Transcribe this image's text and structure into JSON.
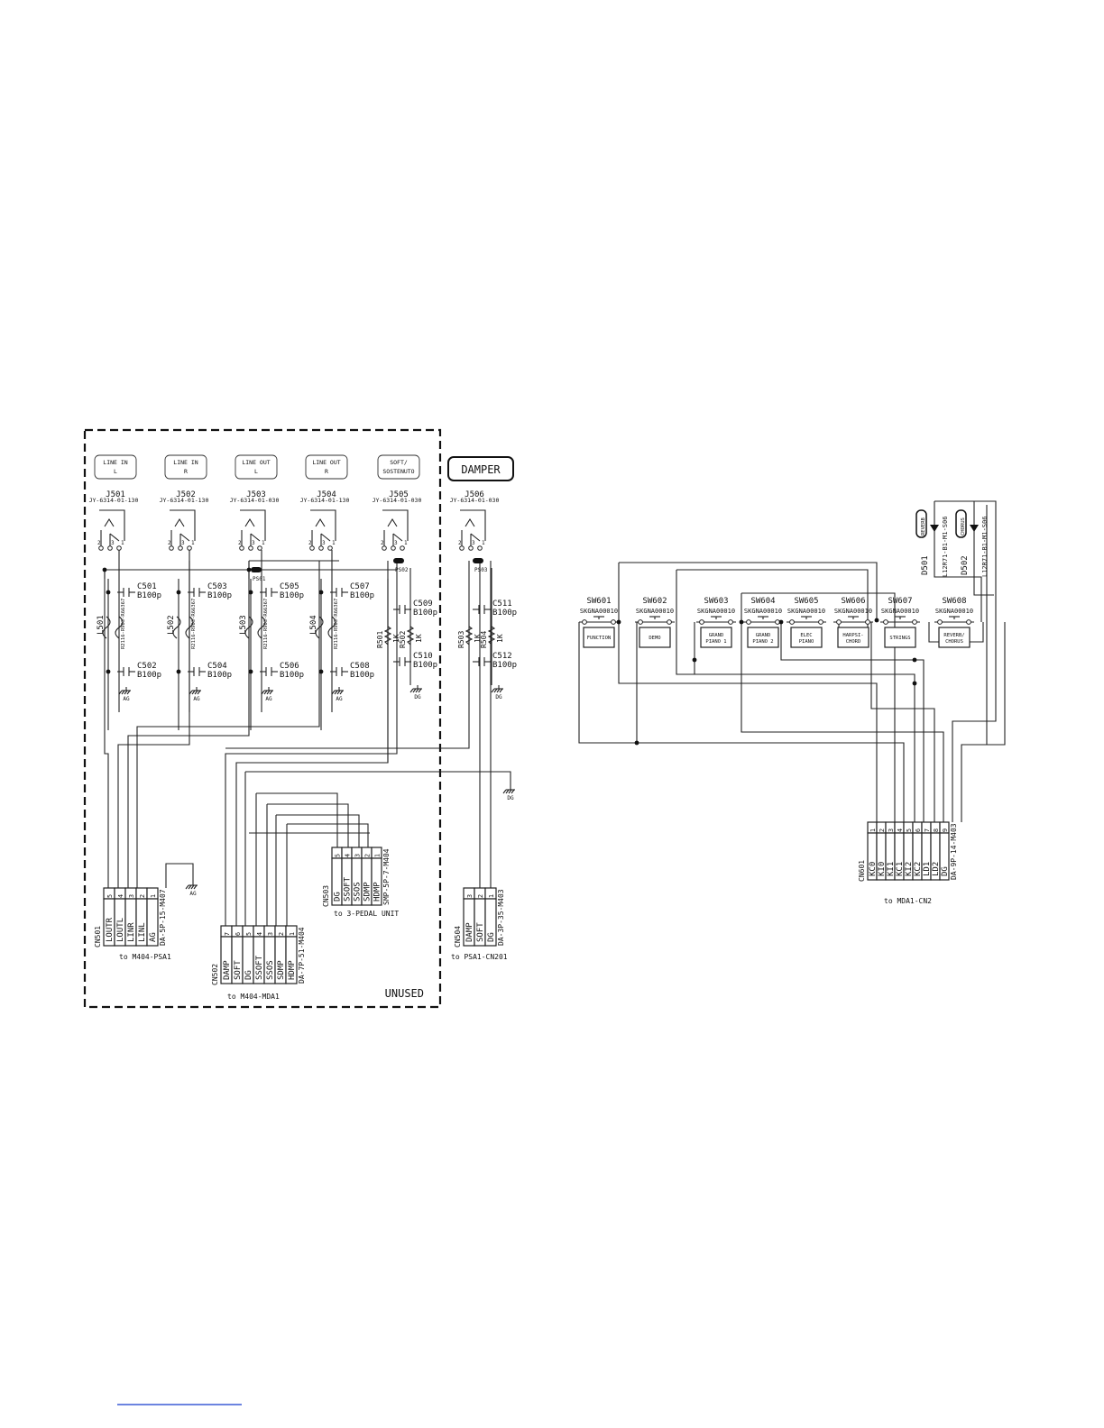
{
  "diagram": {
    "unused_box": {
      "label": "UNUSED",
      "jacks": [
        {
          "id": "J501",
          "part": "JY-6314-01-130",
          "tag": [
            "LINE IN",
            "L"
          ]
        },
        {
          "id": "J502",
          "part": "JY-6314-01-130",
          "tag": [
            "LINE IN",
            "R"
          ]
        },
        {
          "id": "J503",
          "part": "JY-6314-01-030",
          "tag": [
            "LINE OUT",
            "L"
          ]
        },
        {
          "id": "J504",
          "part": "JY-6314-01-130",
          "tag": [
            "LINE OUT",
            "R"
          ]
        },
        {
          "id": "J505",
          "part": "JY-6314-01-030",
          "tag": [
            "SOFT/",
            "SOSTENUTO"
          ]
        }
      ],
      "filters": [
        {
          "id": "L501",
          "part": "R2116-R903-R66367",
          "caps": [
            {
              "id": "C501",
              "value": "B100p"
            },
            {
              "id": "C502",
              "value": "B100p"
            }
          ]
        },
        {
          "id": "L502",
          "part": "R2116-R903-R66367",
          "caps": [
            {
              "id": "C503",
              "value": "B100p"
            },
            {
              "id": "C504",
              "value": "B100p"
            }
          ]
        },
        {
          "id": "L503",
          "part": "R2116-R903-R66367",
          "caps": [
            {
              "id": "C505",
              "value": "B100p"
            },
            {
              "id": "C506",
              "value": "B100p"
            }
          ]
        },
        {
          "id": "L504",
          "part": "R2116-R903-R66367",
          "caps": [
            {
              "id": "C507",
              "value": "B100p"
            },
            {
              "id": "C508",
              "value": "B100p"
            }
          ]
        }
      ],
      "j505_parts": {
        "bead": "PS02",
        "caps": [
          {
            "id": "C509",
            "value": "B100p"
          },
          {
            "id": "C510",
            "value": "B100p"
          }
        ],
        "resistors": [
          {
            "id": "R501",
            "value": "1K"
          },
          {
            "id": "R502",
            "value": "1K"
          }
        ]
      },
      "bead_j503": "PS01",
      "grounds": {
        "analog": "AG",
        "digital": "DG"
      },
      "connectors": [
        {
          "id": "CN501",
          "part": "DA-5P-15-M407",
          "dest": "to M404-PSA1",
          "pins": [
            {
              "n": "5",
              "name": "LOUTR"
            },
            {
              "n": "4",
              "name": "LOUTL"
            },
            {
              "n": "3",
              "name": "LINR"
            },
            {
              "n": "2",
              "name": "LINL"
            },
            {
              "n": "1",
              "name": "AG"
            }
          ]
        },
        {
          "id": "CN502",
          "part": "DA-7P-51-M404",
          "dest": "to M404-MDA1",
          "pins": [
            {
              "n": "7",
              "name": "DAMP"
            },
            {
              "n": "6",
              "name": "SOFT"
            },
            {
              "n": "5",
              "name": "DG"
            },
            {
              "n": "4",
              "name": "SSOFT"
            },
            {
              "n": "3",
              "name": "SSOS"
            },
            {
              "n": "2",
              "name": "SDMP"
            },
            {
              "n": "1",
              "name": "HDMP"
            }
          ]
        },
        {
          "id": "CN503",
          "part": "SMP-5P-7-M404",
          "dest": "to 3-PEDAL UNIT",
          "pins": [
            {
              "n": "5",
              "name": "DG"
            },
            {
              "n": "4",
              "name": "SSOFT"
            },
            {
              "n": "3",
              "name": "SSOS"
            },
            {
              "n": "2",
              "name": "SDMP"
            },
            {
              "n": "1",
              "name": "HDMP"
            }
          ]
        }
      ]
    },
    "damper": {
      "tag": "DAMPER",
      "jack": {
        "id": "J506",
        "part": "JY-6314-01-030"
      },
      "bead": "PS03",
      "caps": [
        {
          "id": "C511",
          "value": "B100p"
        },
        {
          "id": "C512",
          "value": "B100p"
        }
      ],
      "resistors": [
        {
          "id": "R503",
          "value": "1K"
        },
        {
          "id": "R504",
          "value": "1K"
        }
      ],
      "ground": "DG",
      "connector": {
        "id": "CN504",
        "part": "DA-3P-35-M403",
        "dest": "to PSA1-CN201",
        "pins": [
          {
            "n": "3",
            "name": "DAMP"
          },
          {
            "n": "2",
            "name": "SOFT"
          },
          {
            "n": "1",
            "name": "DG"
          }
        ]
      }
    },
    "panel": {
      "switches": [
        {
          "id": "SW601",
          "part": "SKGNA00010",
          "label": [
            "FUNCTION"
          ]
        },
        {
          "id": "SW602",
          "part": "SKGNA00010",
          "label": [
            "DEMO"
          ]
        },
        {
          "id": "SW603",
          "part": "SKGNA00010",
          "label": [
            "GRAND",
            "PIANO 1"
          ]
        },
        {
          "id": "SW604",
          "part": "SKGNA00010",
          "label": [
            "GRAND",
            "PIANO 2"
          ]
        },
        {
          "id": "SW605",
          "part": "SKGNA00010",
          "label": [
            "ELEC",
            "PIANO"
          ]
        },
        {
          "id": "SW606",
          "part": "SKGNA00010",
          "label": [
            "HARPSI-",
            "CHORD"
          ]
        },
        {
          "id": "SW607",
          "part": "SKGNA00010",
          "label": [
            "STRINGS"
          ]
        },
        {
          "id": "SW608",
          "part": "SKGNA00010",
          "label": [
            "REVERB/",
            "CHORUS"
          ]
        }
      ],
      "leds": [
        {
          "id": "D501",
          "part": "L12R71-B1-M1-S06",
          "tag": "REVERB"
        },
        {
          "id": "D502",
          "part": "L12R71-B1-M1-S06",
          "tag": "CHORUS"
        }
      ],
      "connector": {
        "id": "CN601",
        "part": "DA-9P-14-M403",
        "dest": "to MDA1-CN2",
        "pins": [
          {
            "n": "1",
            "name": "KC0"
          },
          {
            "n": "2",
            "name": "KI0"
          },
          {
            "n": "3",
            "name": "KI1"
          },
          {
            "n": "4",
            "name": "KC1"
          },
          {
            "n": "5",
            "name": "KI2"
          },
          {
            "n": "6",
            "name": "KC2"
          },
          {
            "n": "7",
            "name": "LD1"
          },
          {
            "n": "8",
            "name": "LD2"
          },
          {
            "n": "9",
            "name": "DG"
          }
        ]
      }
    }
  }
}
